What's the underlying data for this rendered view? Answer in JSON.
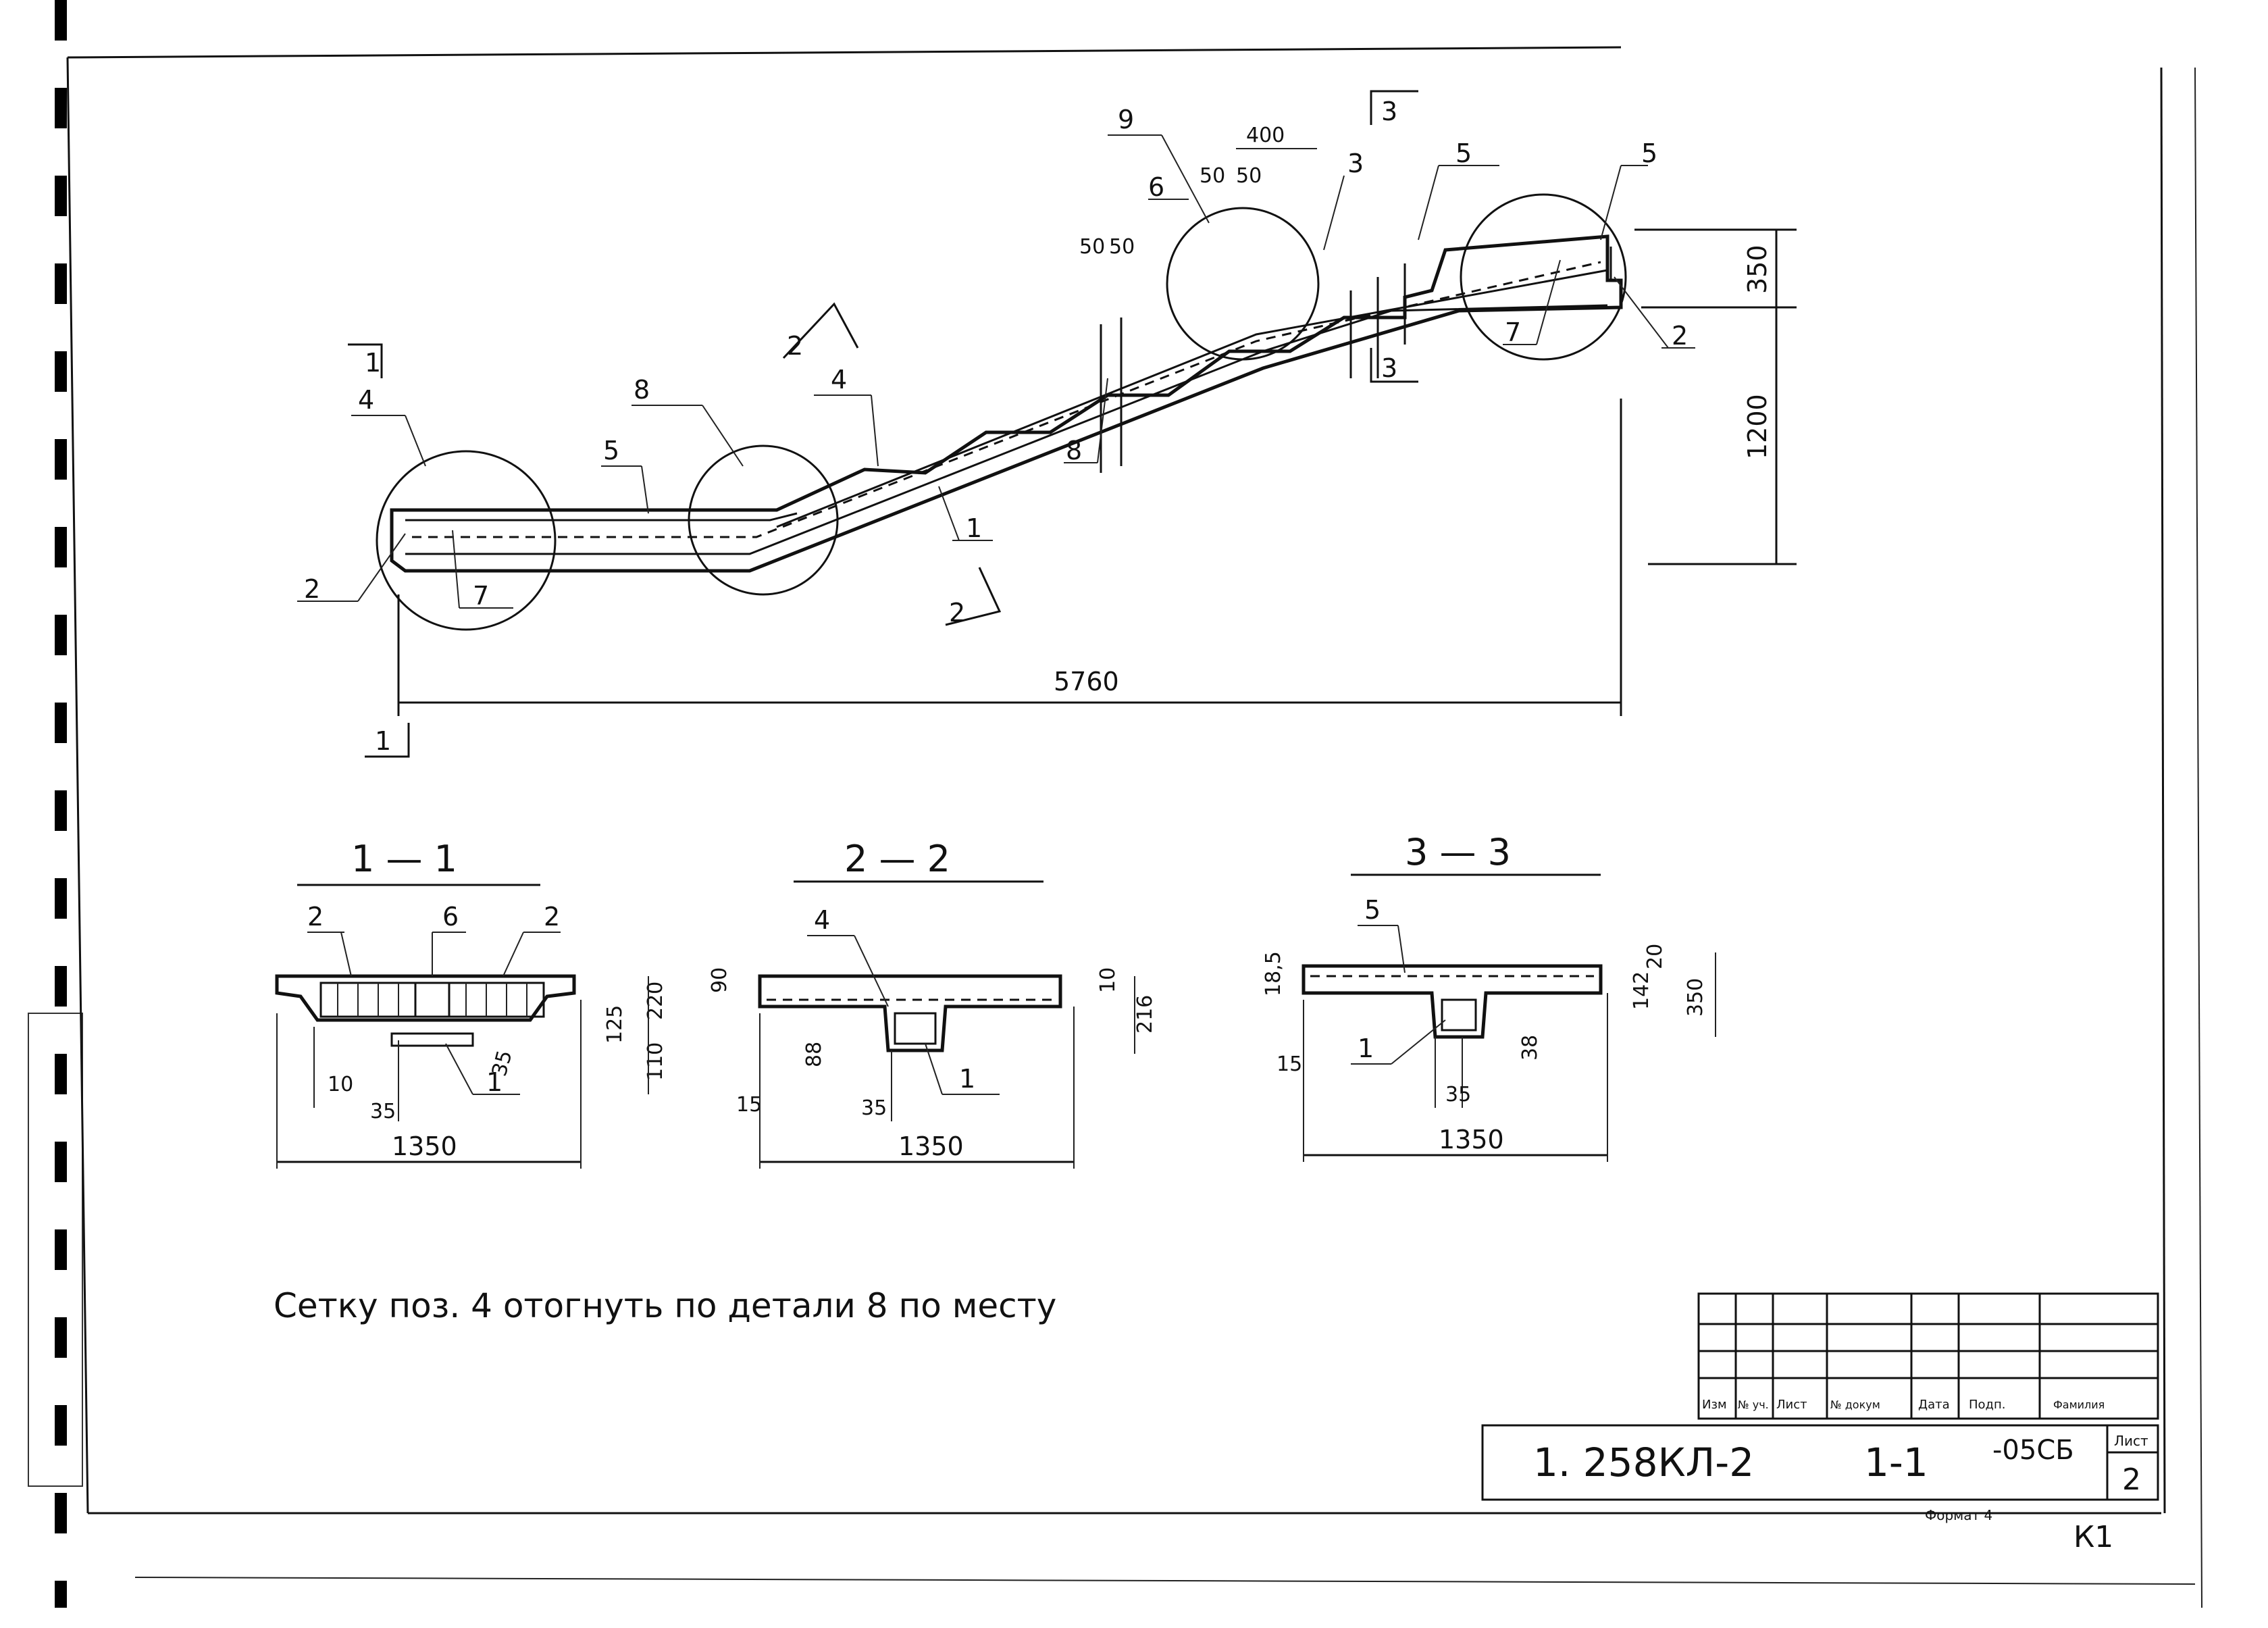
{
  "drawing": {
    "main_view": {
      "overall_length": "5760",
      "height_upper": "1200",
      "height_slab": "350",
      "dim_400": "400",
      "dim_50a": "50",
      "dim_50b": "50",
      "dim_50c": "50",
      "dim_50d": "50",
      "callouts": [
        "9",
        "6",
        "3",
        "5",
        "5",
        "2",
        "7",
        "8",
        "4",
        "5",
        "8",
        "1",
        "2",
        "7",
        "4"
      ],
      "section_marks": {
        "s1_top": "1",
        "s1_bottom": "1",
        "s2_top": "2",
        "s2_bottom": "2",
        "s3_top": "3",
        "s3_bottom": "3"
      }
    },
    "section_1": {
      "title": "1 — 1",
      "labels": [
        "2",
        "6",
        "2",
        "1"
      ],
      "dims": [
        "220",
        "125",
        "110",
        "10",
        "35",
        "35",
        "1350"
      ]
    },
    "section_2": {
      "title": "2 — 2",
      "labels": [
        "4",
        "1"
      ],
      "dims": [
        "90",
        "10",
        "216",
        "88",
        "15",
        "35",
        "1350"
      ]
    },
    "section_3": {
      "title": "3 — 3",
      "labels": [
        "5",
        "1"
      ],
      "dims": [
        "18,5",
        "20",
        "142",
        "350",
        "15",
        "38",
        "35",
        "1350"
      ]
    },
    "note": "Сетку поз. 4 отогнуть по детали 8 по месту"
  },
  "title_block": {
    "headers": [
      "Изм",
      "№ уч.",
      "Лист",
      "№ докум",
      "Дата",
      "Подп.",
      "Фамилия"
    ],
    "code": "1. 258КЛ-2",
    "sheet_mark": "1-1",
    "doc_suffix": "-05СБ",
    "sheet_label": "Лист",
    "sheet_number": "2",
    "format_label": "Формат 4",
    "corner_mark": "К1"
  }
}
